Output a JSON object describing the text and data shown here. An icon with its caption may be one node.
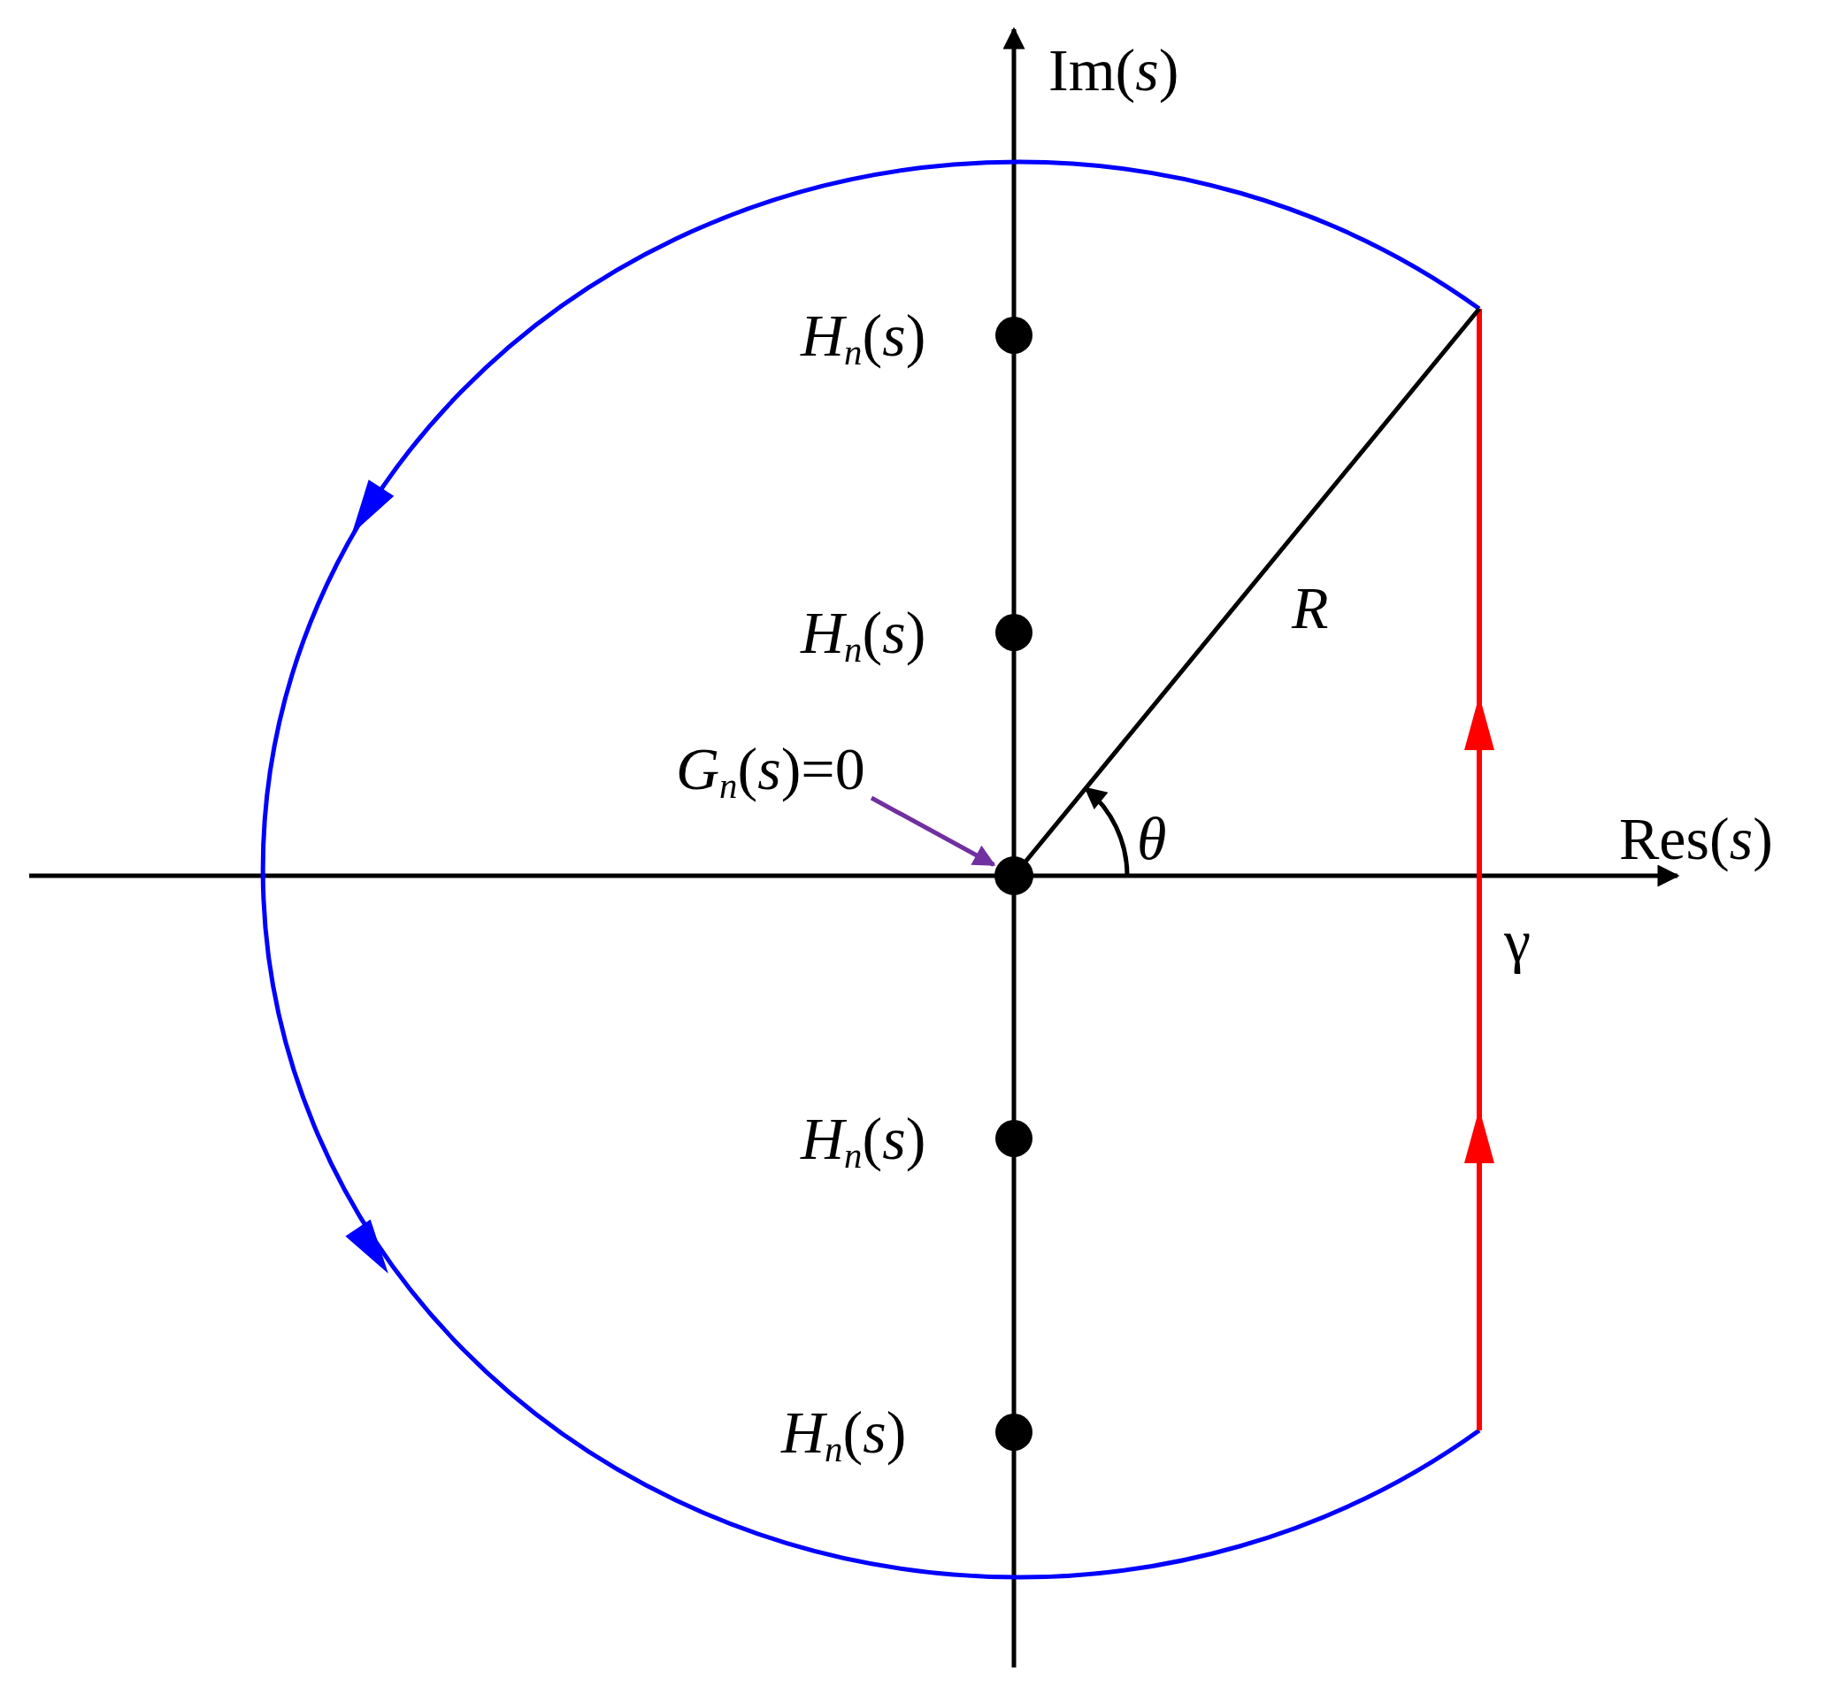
{
  "diagram": {
    "nodes": [
      {
        "text": [
          "*G*$_{n}$(*s*)=0"
        ]
      },
      {
        "text": [],
        "shape": "circle"
      }
    ],
    "edges": [
      {
        "from": 0,
        "to": 1,
        "arrow": "to",
        "color": "#7030a0"
      }
    ],
    "labels": [
      "Im(*s*)",
      "*H*$_{n}$(*s*)",
      "*H*$_{n}$(*s*)",
      "R",
      "θ",
      "Res(*s*)",
      "γ",
      "*H*$_{n}$(*s*)",
      "*H*$_{n}$(*s*)"
    ]
  }
}
